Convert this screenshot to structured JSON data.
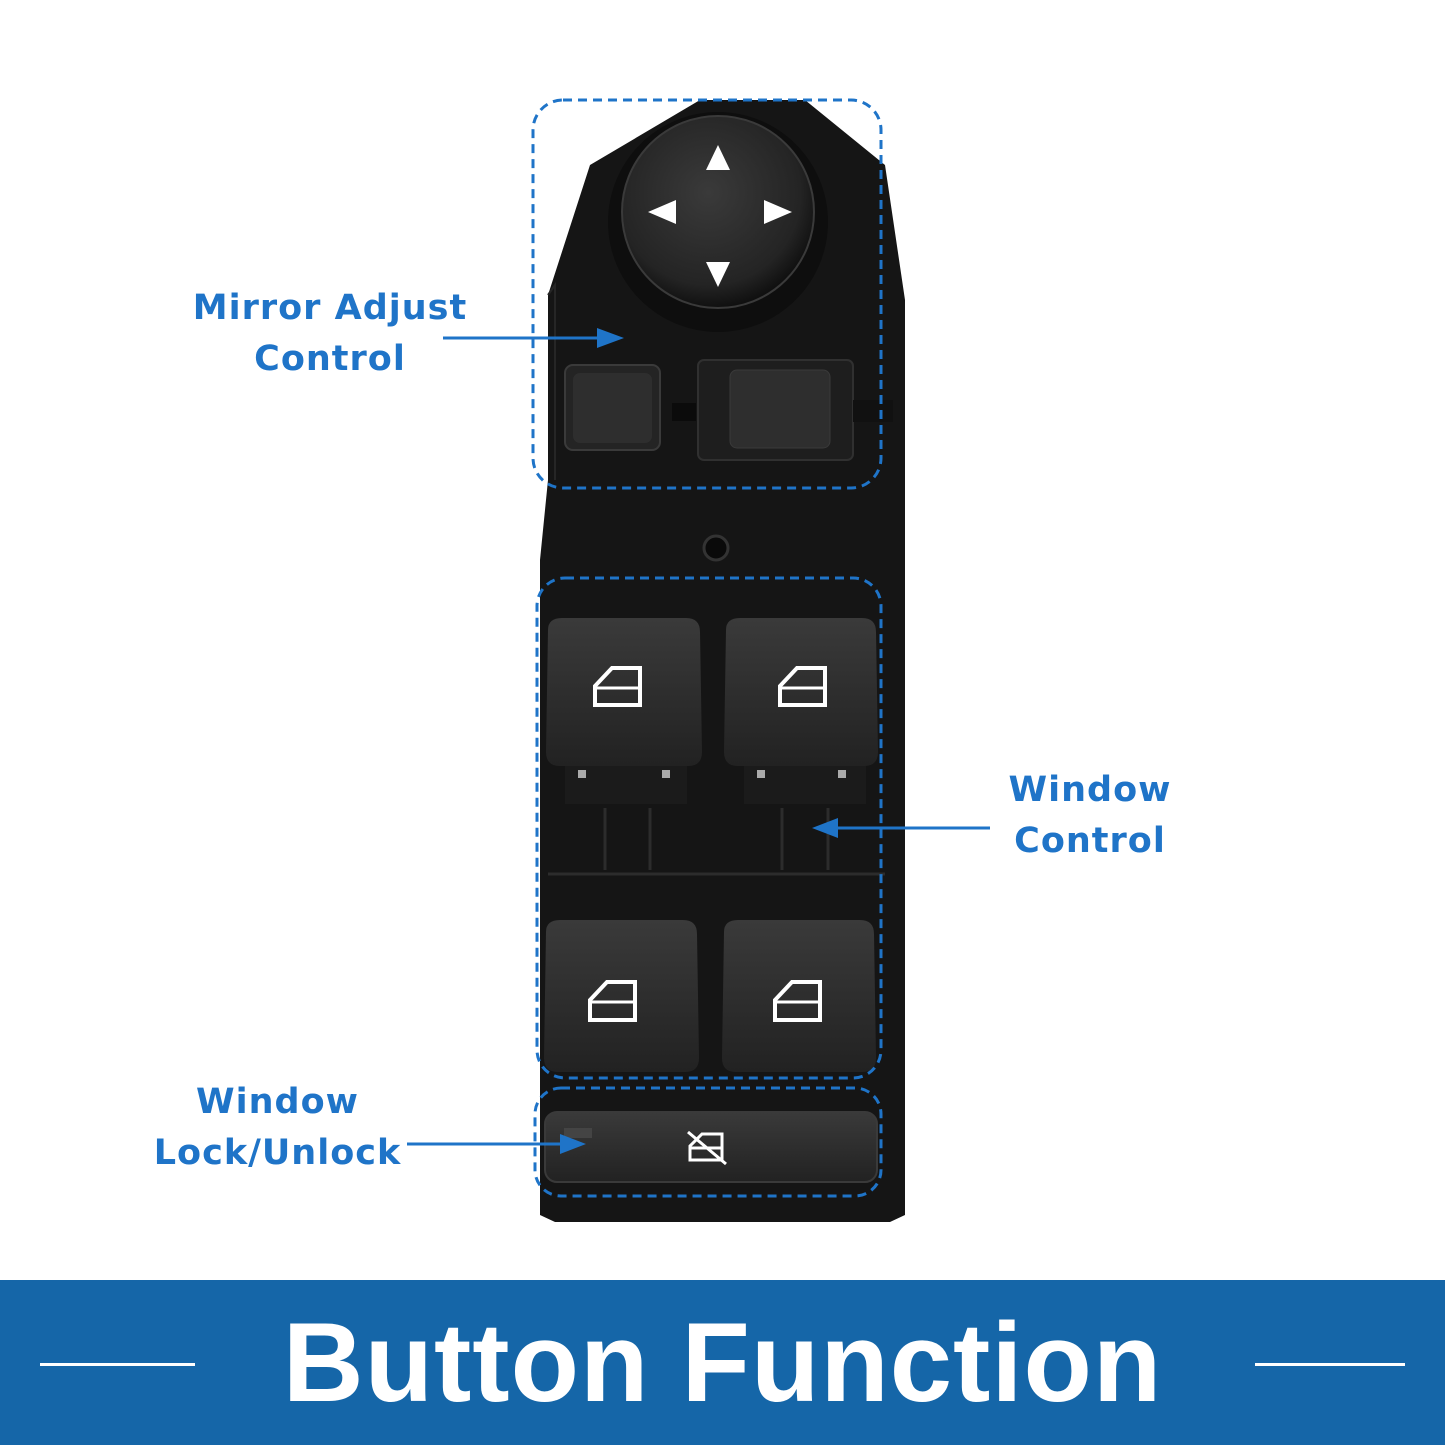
{
  "callouts": {
    "mirror": {
      "line1": "Mirror Adjust",
      "line2": "Control"
    },
    "window": {
      "line1": "Window",
      "line2": "Control"
    },
    "lock": {
      "line1": "Window",
      "line2": "Lock/Unlock"
    }
  },
  "banner": {
    "title": "Button Function"
  },
  "colors": {
    "accent": "#1f74c8",
    "banner": "#1566a8",
    "panel": "#151515",
    "button": "#2a2a2a",
    "icon": "#ffffff"
  },
  "icons": {
    "mirror_pad": [
      "arrow-up-icon",
      "arrow-left-icon",
      "arrow-right-icon",
      "arrow-down-icon"
    ],
    "window_buttons": "window-door-icon",
    "lock_button": "window-lock-icon"
  }
}
